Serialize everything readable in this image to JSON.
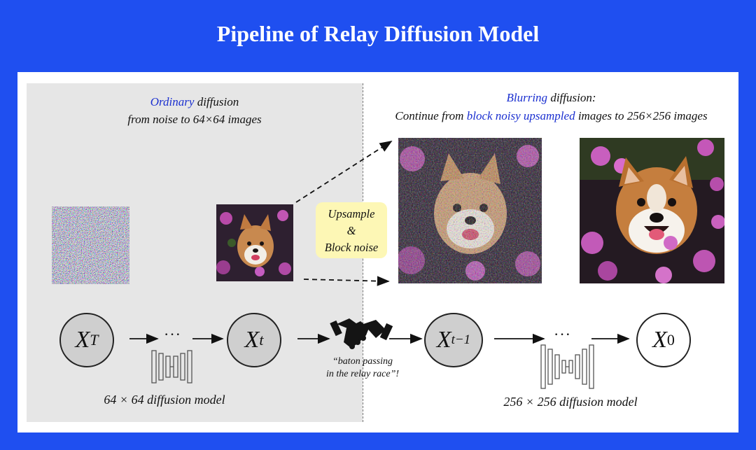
{
  "title": "Pipeline of Relay Diffusion Model",
  "left_caption": {
    "highlight": "Ordinary",
    "line1_rest": " diffusion",
    "line2": "from noise to 64×64 images"
  },
  "right_caption": {
    "highlight1": "Blurring",
    "line1_rest": " diffusion:",
    "line2_prefix": "Continue from ",
    "highlight2": "block noisy upsampled",
    "line2_suffix": " images to 256×256 images"
  },
  "upsample_box": {
    "line1": "Upsample",
    "line2": "&",
    "line3": "Block noise"
  },
  "nodes": {
    "xT": {
      "base": "X",
      "sub": "T"
    },
    "xt": {
      "base": "X",
      "sub": "t"
    },
    "xt1": {
      "base": "X",
      "sub": "t−1"
    },
    "x0": {
      "base": "X",
      "sub": "0"
    }
  },
  "ellipsis": "···",
  "baton_caption": {
    "line1": "“baton passing",
    "line2": "in the relay race”!"
  },
  "left_model_label": "64 × 64 diffusion model",
  "right_model_label": "256 × 256 diffusion model",
  "colors": {
    "background": "#1f4ff0",
    "highlight": "#1a2fd0",
    "left_region": "#e6e6e6",
    "upsample_box": "#fdf7b5",
    "node_gray": "#cfcfcf"
  },
  "icons": {
    "handshake": "handshake-icon",
    "unet_small": "unet-icon",
    "unet_large": "unet-icon"
  }
}
